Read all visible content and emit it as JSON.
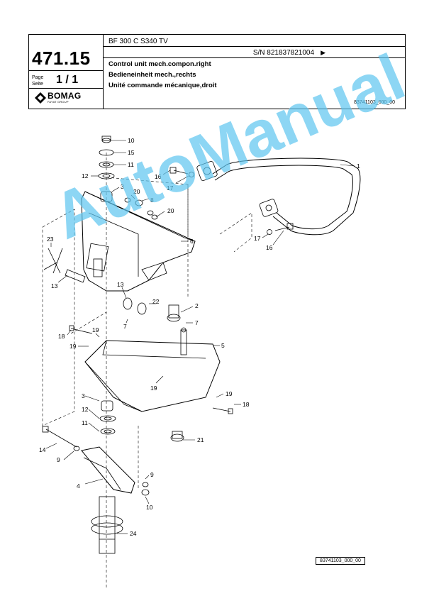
{
  "header": {
    "code": "471.15",
    "page_label_1": "Page",
    "page_label_2": "Seite",
    "page_number": "1 / 1",
    "brand": "BOMAG",
    "brand_sub": "FAYAT GROUP",
    "model": "BF 300 C S340 TV",
    "serial": "S/N 821837821004",
    "description_en": "Control unit mech.compon.right",
    "description_de": "Bedieneinheit mech.,rechts",
    "description_fr": "Unité commande mécanique,droit",
    "document_number": "83741103_000_00"
  },
  "diagram": {
    "callouts": [
      "10",
      "15",
      "11",
      "12",
      "3",
      "16",
      "17",
      "20",
      "8",
      "20",
      "1",
      "6",
      "23",
      "13",
      "17",
      "16",
      "13",
      "22",
      "2",
      "7",
      "7",
      "18",
      "19",
      "19",
      "5",
      "19",
      "19",
      "18",
      "3",
      "12",
      "11",
      "21",
      "14",
      "9",
      "4",
      "9",
      "10",
      "24"
    ],
    "footer_number": "83741103_000_00"
  },
  "watermark": "AutoManual"
}
